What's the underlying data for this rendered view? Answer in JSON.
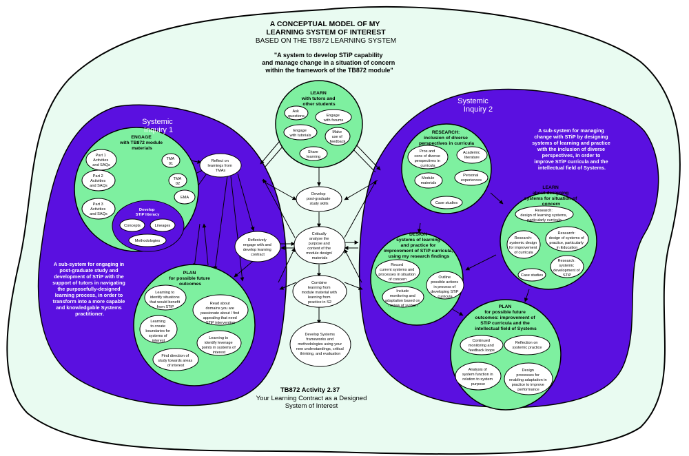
{
  "title": [
    "A CONCEPTUAL MODEL OF MY",
    "LEARNING SYSTEM OF INTEREST"
  ],
  "subtitle": "BASED ON THE TB872 LEARNING SYSTEM",
  "quote": [
    "\"A system to develop STiP capability",
    "and manage change in a situation of concern",
    "within the framework of the TB872 module\""
  ],
  "footer": {
    "line1": "TB872 Activity 2.37",
    "line2": "Your Learning Contract as a Designed",
    "line3": "System of Interest"
  },
  "colors": {
    "mint": "#e9fbf1",
    "purple": "#5a10e0",
    "green": "#7ef0a0",
    "white": "#ffffff",
    "black": "#000000"
  },
  "inquiry1": {
    "title": [
      "Systemic",
      "Inquiry 1"
    ],
    "description": [
      "A sub-system for engaging in",
      "post-graduate study and",
      "development of STiP with the",
      "support of tutors in navigating",
      "the purposefully-designed",
      "learning process, in order to",
      "transform into a more capable",
      "and knowledgable Systems",
      "practitioner."
    ],
    "engage": {
      "title": [
        "ENGAGE",
        "with TB872 module",
        "materials"
      ],
      "part1": [
        "Part 1",
        "Activities",
        "and SAQs"
      ],
      "part2": [
        "Part 2",
        "Activities",
        "and SAQs"
      ],
      "part3": [
        "Part 3",
        "Activities",
        "and SAQs"
      ],
      "tma01": [
        "TMA",
        "01"
      ],
      "tma02": [
        "TMA",
        "02"
      ],
      "ema": [
        "EMA"
      ],
      "literacy": {
        "title": [
          "Develop",
          "STiP literacy"
        ],
        "concepts": [
          "Concepts"
        ],
        "lineages": [
          "Lineages"
        ],
        "methodologies": [
          "Methodologies"
        ]
      }
    },
    "reflect_tmas": [
      "Reflect on",
      "learnings from",
      "TMAs"
    ],
    "reflexively": [
      "Reflexively",
      "engage with and",
      "develop learning",
      "contract"
    ],
    "plan": {
      "title": [
        "PLAN",
        "for possible future",
        "outcomes"
      ],
      "identify": [
        "Learning to",
        "identify situations",
        "that would benefit",
        "from STiP"
      ],
      "read": [
        "Read about",
        "domains you are",
        "passionate about / find",
        "appealing that need",
        "STiP intervention"
      ],
      "boundaries": [
        "Learning",
        "to create",
        "boundaries for",
        "systems of",
        "interest"
      ],
      "leverage": [
        "Learning to",
        "identify leverage",
        "points in systems of",
        "interest"
      ],
      "direction": [
        "Find direction of",
        "study towards areas",
        "of interest"
      ]
    }
  },
  "center": {
    "learn": {
      "title": [
        "LEARN",
        "with tutors and",
        "other students"
      ],
      "ask": [
        "Ask",
        "questions"
      ],
      "forums": [
        "Engage",
        "with forums"
      ],
      "tutorials": [
        "Engage",
        "with tutorials"
      ],
      "feedback": [
        "Make",
        "use of",
        "feedback"
      ],
      "share": [
        "Share",
        "learning"
      ]
    },
    "develop_skills": [
      "Develop",
      "post-graduate",
      "study skills"
    ],
    "critically": [
      "Critically",
      "analyse the",
      "purpose and",
      "content of the",
      "module design/",
      "materials"
    ],
    "combine": [
      "Combine",
      "learning from",
      "module material with",
      "learning from",
      "practice in S2"
    ],
    "develop_frameworks": [
      "Develop Systems",
      "frameworks and",
      "methodologies using your",
      "new understandings, critical",
      "thinking, and evaluation"
    ]
  },
  "inquiry2": {
    "title": [
      "Systemic",
      "Inquiry 2"
    ],
    "description": [
      "A sub-system for managing",
      "change with STiP by designing",
      "systems of learning and practice",
      "with the inclusion of diverse",
      "perspectives, in order to",
      "improve STiP curricula and the",
      "intellectual field of Systems."
    ],
    "research": {
      "title": [
        "RESEARCH:",
        "inclusion of diverse",
        "perspectives in curricula"
      ],
      "pros": [
        "Pros and",
        "cons of diverse",
        "perspectives in",
        "curricula"
      ],
      "academic": [
        "Academic",
        "literature"
      ],
      "module": [
        "Module",
        "materials"
      ],
      "personal": [
        "Personal",
        "experiences"
      ],
      "case": [
        "Case studies"
      ]
    },
    "learn_design": {
      "title": [
        "LEARN",
        "about designing",
        "systems for situation of",
        "concern"
      ],
      "r1": [
        "Research:",
        "design of learning systems,",
        "particularly curricula"
      ],
      "r2": [
        "Research:",
        "systemic design",
        "for improvement",
        "of curricula"
      ],
      "r3": [
        "Research:",
        "design of systems of",
        "practice, particularly",
        "in Education"
      ],
      "r4": [
        "Research:",
        "systemic",
        "development of",
        "STiP"
      ],
      "case": [
        "Case studies"
      ]
    },
    "design": {
      "title": [
        "DESIGN",
        "systems of learning",
        "and practice for",
        "improvement of STiP curricula,",
        "using my research findings"
      ],
      "record": [
        "Record",
        "current systems and",
        "processes in situation",
        "of concern"
      ],
      "outline": [
        "Outline",
        "possible actions",
        "in process of",
        "developing STiP",
        "curricula"
      ],
      "include": [
        "Include",
        "monitoring and",
        "adaptation based on",
        "review of system"
      ]
    },
    "plan": {
      "title": [
        "PLAN",
        "for possible future",
        "outcomes: improvement of",
        "STiP curricula and the",
        "intellectual field of Systems"
      ],
      "continued": [
        "Continued",
        "monitoring and",
        "feedback loops"
      ],
      "reflection": [
        "Reflection on",
        "systemic practice"
      ],
      "analysis": [
        "Analysis of",
        "system function in",
        "relation to system",
        "purpose"
      ],
      "design_proc": [
        "Design",
        "processes for",
        "enabling adaptation in",
        "practice to improve",
        "performance"
      ]
    }
  }
}
